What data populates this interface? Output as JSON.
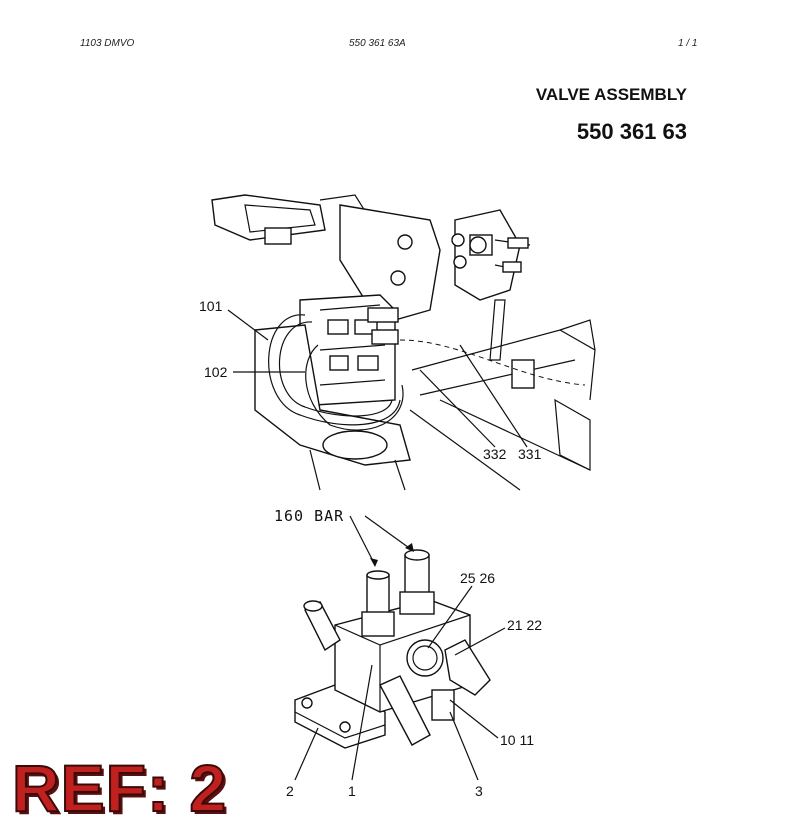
{
  "header": {
    "left": "1103 DMVO",
    "center": "550 361 63A",
    "right": "1 /  1"
  },
  "title": {
    "line1": "VALVE ASSEMBLY",
    "line2": "550 361 63"
  },
  "upper_view": {
    "callouts": {
      "c101": "101",
      "c102": "102",
      "c332": "332",
      "c331": "331"
    }
  },
  "lower_view": {
    "pressure_label": "160 BAR",
    "callouts": {
      "c2526": "25 26",
      "c2122": "21 22",
      "c1011": "10 11",
      "c2": "2",
      "c1": "1",
      "c3": "3"
    }
  },
  "ref_stamp": "REF: 2"
}
